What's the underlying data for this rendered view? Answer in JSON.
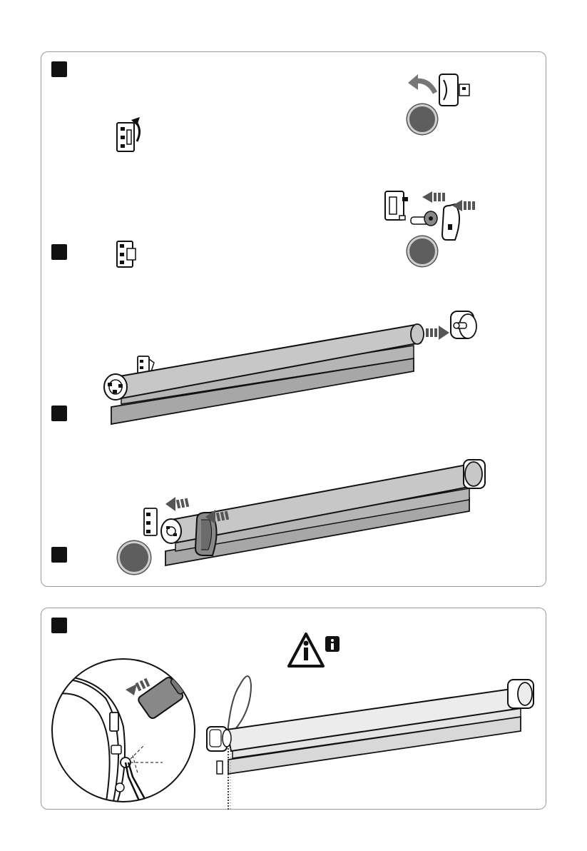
{
  "panels": [
    {
      "id": "top",
      "steps": 4
    },
    {
      "id": "bottom",
      "steps": 1
    }
  ],
  "icons": [
    "warning-triangle-icon",
    "info-icon"
  ],
  "colors": {
    "ink": "#111111",
    "tube": "#c4c4c4",
    "fabric": "#b3b3b3",
    "bar": "#9f9f9f",
    "badge": "#5e5e5e",
    "panel_border": "#9a9a9a"
  }
}
